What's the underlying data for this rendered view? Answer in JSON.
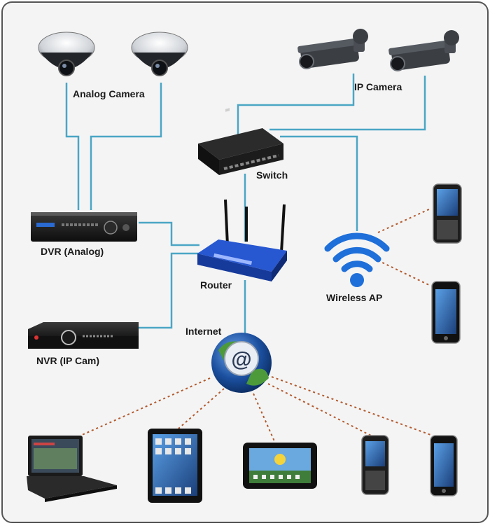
{
  "diagram": {
    "colors": {
      "frame_bg": "#f4f4f4",
      "frame_border": "#555555",
      "wire": "#4aa6c4",
      "wireless_link": "#b25a2e",
      "ap_signal": "#1e6fd9",
      "router_body": "#1f4fbf",
      "globe_blue": "#1b4f9e",
      "globe_green": "#4c9a3a"
    },
    "labels": {
      "analog_camera": "Analog Camera",
      "ip_camera": "IP Camera",
      "switch": "Switch",
      "dvr": "DVR (Analog)",
      "router": "Router",
      "wireless_ap": "Wireless AP",
      "nvr": "NVR (IP Cam)",
      "internet": "Internet"
    },
    "icons": {
      "analog_camera": "dome-camera-icon",
      "ip_camera": "bullet-camera-icon",
      "switch": "network-switch-icon",
      "dvr": "dvr-recorder-icon",
      "nvr": "nvr-recorder-icon",
      "router": "wifi-router-icon",
      "wireless_ap": "wifi-signal-icon",
      "internet": "globe-at-icon",
      "laptop": "laptop-icon",
      "tablet": "tablet-icon",
      "phone": "smartphone-icon"
    }
  }
}
